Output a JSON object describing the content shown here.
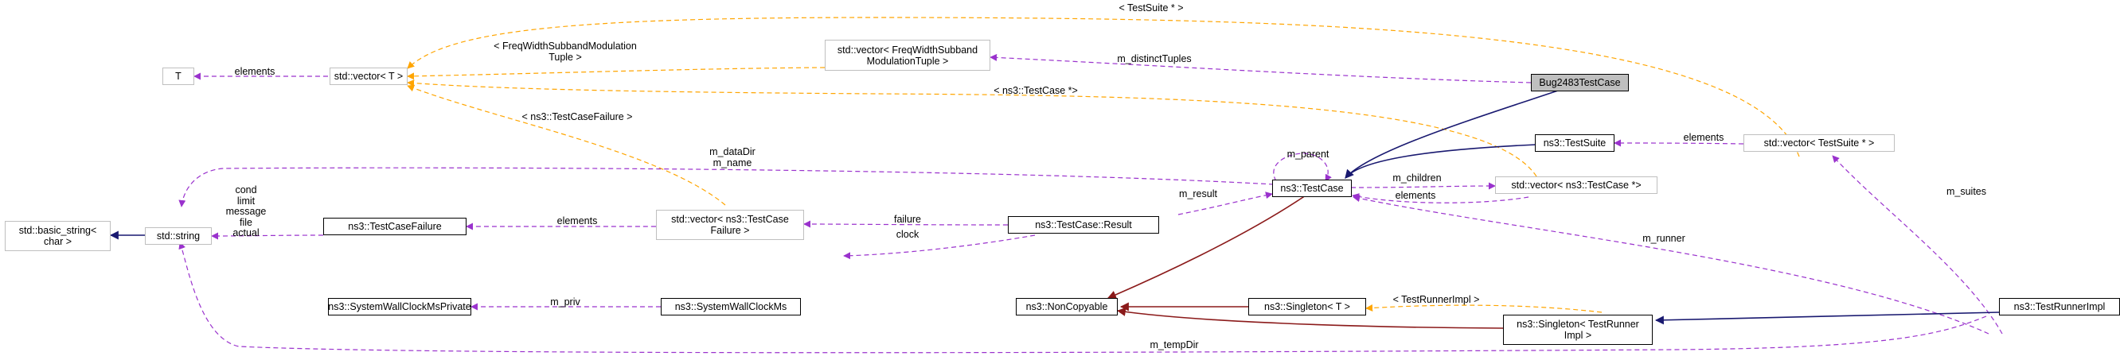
{
  "colors": {
    "aggregation": "#9a32cd",
    "inheritance": "#191970",
    "private_inheritance": "#8b1a1a",
    "template": "#ffa500",
    "node_border": "#000000",
    "external_border": "#bfbfbf",
    "focus_fill": "#bfbfbf"
  },
  "nodes": {
    "T": "T",
    "vector_T": "std::vector< T >",
    "vector_freq": "std::vector< FreqWidthSubband\nModulationTuple >",
    "bug": "Bug2483TestCase",
    "testsuite": "ns3::TestSuite",
    "vector_testsuite": "std::vector< TestSuite * >",
    "testcase": "ns3::TestCase",
    "vector_testcase": "std::vector< ns3::TestCase *>",
    "basic_string": "std::basic_string<\nchar >",
    "string": "std::string",
    "testcasefailure": "ns3::TestCaseFailure",
    "vector_failure": "std::vector< ns3::TestCase\nFailure >",
    "result": "ns3::TestCase::Result",
    "noncopyable": "ns3::NonCopyable",
    "singleton_T": "ns3::Singleton< T >",
    "singleton_runner": "ns3::Singleton< TestRunner\nImpl >",
    "runnerimpl": "ns3::TestRunnerImpl",
    "wallclock_private": "ns3::SystemWallClockMsPrivate",
    "wallclock": "ns3::SystemWallClockMs"
  },
  "labels": {
    "testsuite_ptr": "< TestSuite * >",
    "elements_T": "elements",
    "freq_tuple": "< FreqWidthSubbandModulation\nTuple >",
    "distinct_tuples": "m_distinctTuples",
    "testcase_ptr": "< ns3::TestCase *>",
    "failure_tpl": "< ns3::TestCaseFailure >",
    "datadir_name": "m_dataDir\nm_name",
    "parent": "m_parent",
    "children": "m_children",
    "elements_testcase": "elements",
    "elements_suite": "elements",
    "suites": "m_suites",
    "result": "m_result",
    "string_members": "cond\nlimit\nmessage\nfile\nactual",
    "elements_failure": "elements",
    "failure": "failure",
    "clock": "clock",
    "runner": "m_runner",
    "priv": "m_priv",
    "runner_impl_tpl": "< TestRunnerImpl >",
    "tempdir": "m_tempDir"
  }
}
